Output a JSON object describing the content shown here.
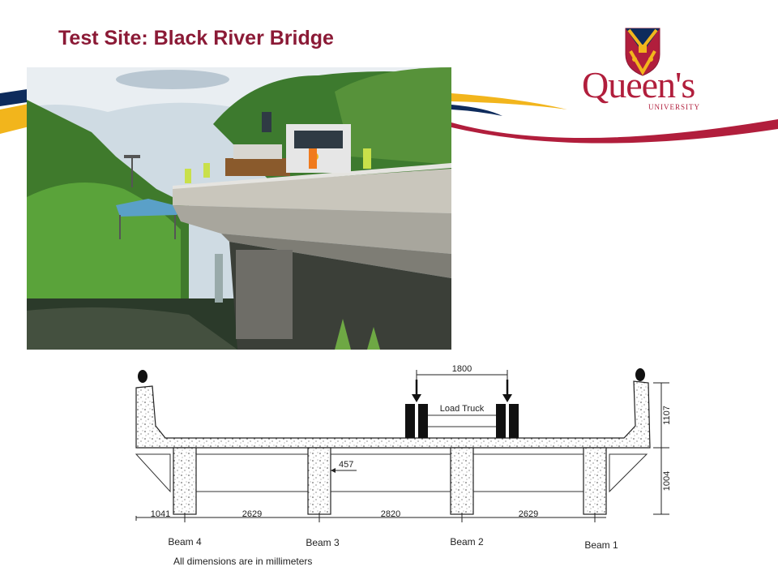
{
  "slide": {
    "title": "Test Site: Black River Bridge"
  },
  "logo": {
    "wordmark": "Queen's",
    "subtitle": "UNIVERSITY"
  },
  "colors": {
    "title": "#8b1a36",
    "crimson": "#b11e3c",
    "gold": "#f2b51c",
    "navy": "#0e2b5c"
  },
  "diagram": {
    "load_truck_label": "Load Truck",
    "truck_spacing": "1800",
    "beam_width": "457",
    "dim_left": "1041",
    "dim_span1": "2629",
    "dim_span2": "2820",
    "dim_span3": "2629",
    "dim_barrier_height": "1107",
    "dim_beam_depth": "1004",
    "beams": [
      "Beam 4",
      "Beam 3",
      "Beam 2",
      "Beam 1"
    ],
    "note": "All dimensions are in millimeters"
  }
}
